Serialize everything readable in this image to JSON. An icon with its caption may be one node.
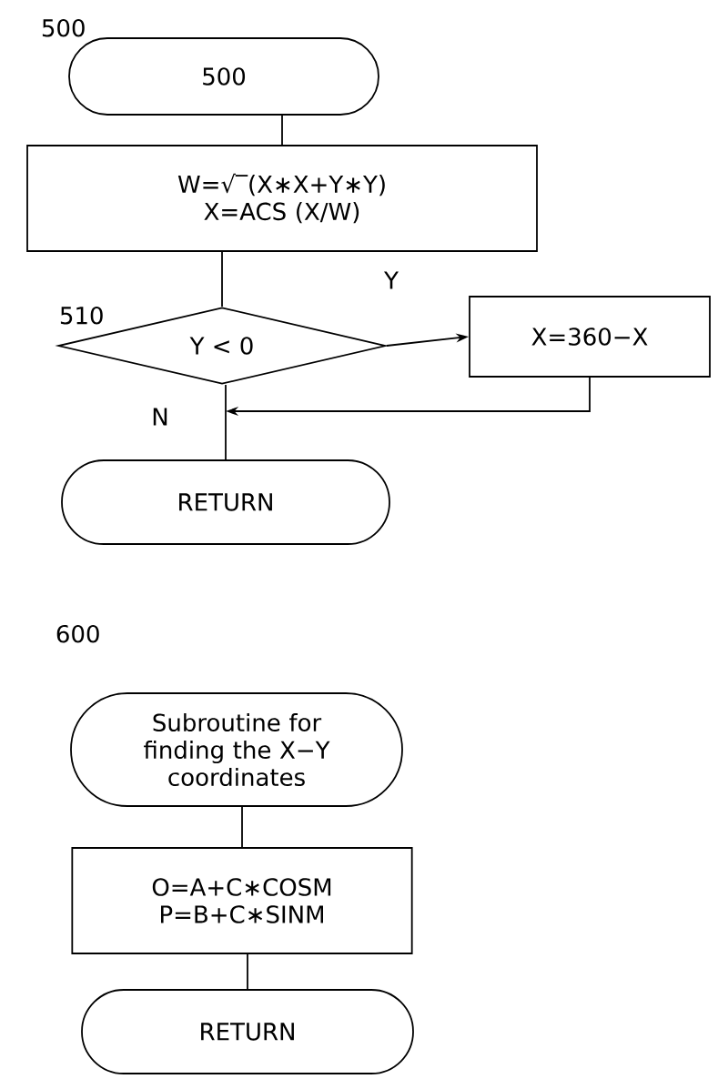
{
  "diagram": {
    "nodes": [
      {
        "text": [
          "500"
        ],
        "beside": [
          "500"
        ]
      },
      {
        "text": [
          "W=√‾(X∗X+Y∗Y) X=ACS (X/W)"
        ]
      },
      {
        "text": [
          "Y < 0"
        ],
        "beside": [
          "510"
        ]
      },
      {
        "text": [
          "X=360−X"
        ]
      },
      {
        "text": [
          "RETURN"
        ]
      },
      {
        "text": [
          "Subroutine for finding the X−Y coordinates"
        ],
        "beside": [
          "600"
        ]
      },
      {
        "text": [
          "O=A+C∗COSM P=B+C∗SINM"
        ]
      },
      {
        "text": [
          "RETURN"
        ]
      }
    ],
    "edges": [
      {
        "from": 0,
        "to": 1,
        "arrow": "none"
      },
      {
        "from": 1,
        "to": 2,
        "arrow": "none"
      },
      {
        "from": 2,
        "to": 3,
        "arrow": "to",
        "label": "Y"
      },
      {
        "from": 3,
        "to": null,
        "arrow": "to"
      },
      {
        "from": 2,
        "to": 4,
        "arrow": "none",
        "label": "N"
      },
      {
        "from": 5,
        "to": 6,
        "arrow": "none"
      },
      {
        "from": 6,
        "to": 7,
        "arrow": "none"
      }
    ]
  }
}
